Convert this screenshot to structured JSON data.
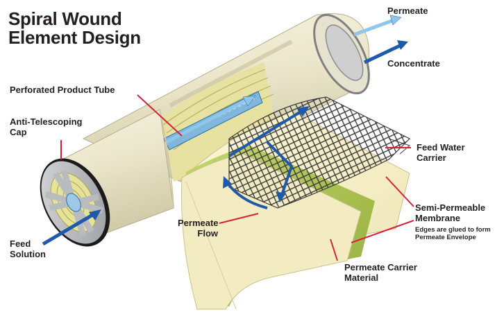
{
  "title": [
    "Spiral Wound",
    "Element Design"
  ],
  "labels": {
    "permeate": "Permeate",
    "concentrate": "Concentrate",
    "perforated_product_tube": "Perforated Product Tube",
    "anti_telescoping_cap": [
      "Anti-Telescoping",
      "Cap"
    ],
    "feed_water_carrier": [
      "Feed Water",
      "Carrier"
    ],
    "semi_permeable_membrane": [
      "Semi-Permeable",
      "Membrane"
    ],
    "membrane_note": [
      "Edges are glued to form",
      "Permeate Envelope"
    ],
    "permeate_flow": [
      "Permeate",
      "Flow"
    ],
    "feed_solution": [
      "Feed",
      "Solution"
    ],
    "permeate_carrier_material": [
      "Permeate Carrier",
      "Material"
    ]
  },
  "colors": {
    "text": "#231f20",
    "leader": "#d6203a",
    "arrow_blue": "#1e5aa8",
    "arrow_light": "#8fc6ea",
    "housing": "#ece7cc",
    "housing_shade": "#d5cfae",
    "membrane": "#f5efc6",
    "carrier_green": "#a9c24a",
    "cap_gray": "#b9bcbe"
  }
}
